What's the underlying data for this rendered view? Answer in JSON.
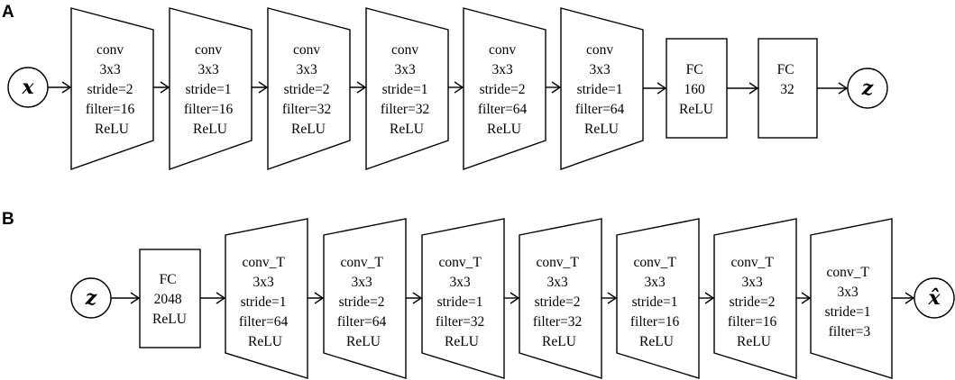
{
  "panels": [
    {
      "label": "A",
      "input": "x",
      "output": "z",
      "blocks": [
        {
          "kind": "conv",
          "lines": [
            "conv",
            "3x3",
            "stride=2",
            "filter=16",
            "ReLU"
          ]
        },
        {
          "kind": "conv",
          "lines": [
            "conv",
            "3x3",
            "stride=1",
            "filter=16",
            "ReLU"
          ]
        },
        {
          "kind": "conv",
          "lines": [
            "conv",
            "3x3",
            "stride=2",
            "filter=32",
            "ReLU"
          ]
        },
        {
          "kind": "conv",
          "lines": [
            "conv",
            "3x3",
            "stride=1",
            "filter=32",
            "ReLU"
          ]
        },
        {
          "kind": "conv",
          "lines": [
            "conv",
            "3x3",
            "stride=2",
            "filter=64",
            "ReLU"
          ]
        },
        {
          "kind": "conv",
          "lines": [
            "conv",
            "3x3",
            "stride=1",
            "filter=64",
            "ReLU"
          ]
        },
        {
          "kind": "fc",
          "lines": [
            "FC",
            "160",
            "ReLU"
          ]
        },
        {
          "kind": "fc",
          "lines": [
            "FC",
            "32"
          ]
        }
      ]
    },
    {
      "label": "B",
      "input": "z",
      "output": "x̂",
      "blocks": [
        {
          "kind": "fc",
          "lines": [
            "FC",
            "2048",
            "ReLU"
          ]
        },
        {
          "kind": "deconv",
          "lines": [
            "conv_T",
            "3x3",
            "stride=1",
            "filter=64",
            "ReLU"
          ]
        },
        {
          "kind": "deconv",
          "lines": [
            "conv_T",
            "3x3",
            "stride=2",
            "filter=64",
            "ReLU"
          ]
        },
        {
          "kind": "deconv",
          "lines": [
            "conv_T",
            "3x3",
            "stride=1",
            "filter=32",
            "ReLU"
          ]
        },
        {
          "kind": "deconv",
          "lines": [
            "conv_T",
            "3x3",
            "stride=2",
            "filter=32",
            "ReLU"
          ]
        },
        {
          "kind": "deconv",
          "lines": [
            "conv_T",
            "3x3",
            "stride=1",
            "filter=16",
            "ReLU"
          ]
        },
        {
          "kind": "deconv",
          "lines": [
            "conv_T",
            "3x3",
            "stride=2",
            "filter=16",
            "ReLU"
          ]
        },
        {
          "kind": "deconv",
          "lines": [
            "conv_T",
            "3x3",
            "stride=1",
            "filter=3"
          ]
        }
      ]
    }
  ]
}
